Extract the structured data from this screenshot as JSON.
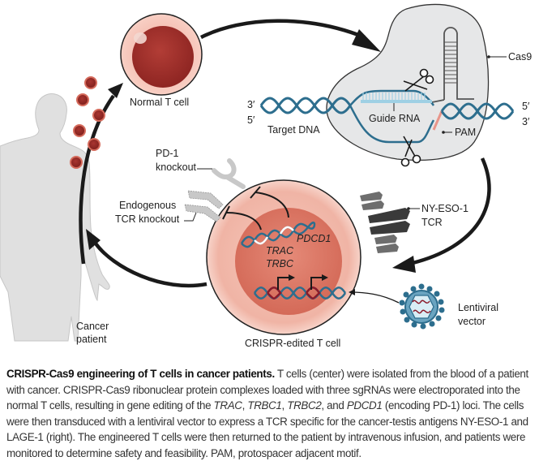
{
  "figure": {
    "labels": {
      "normal_t_cell": "Normal T cell",
      "cas9": "Cas9",
      "target_dna": "Target DNA",
      "guide_rna": "Guide RNA",
      "pam": "PAM",
      "dna_left_top": "3′",
      "dna_left_bottom": "5′",
      "dna_right_top": "5′",
      "dna_right_bottom": "3′",
      "pd1_knockout_line1": "PD-1",
      "pd1_knockout_line2": "knockout",
      "endogenous_tcr_line1": "Endogenous",
      "endogenous_tcr_line2": "TCR knockout",
      "pdcd1": "PDCD1",
      "trac": "TRAC",
      "trbc": "TRBC",
      "ny_eso_line1": "NY-ESO-1",
      "ny_eso_line2": "TCR",
      "lentiviral_line1": "Lentiviral",
      "lentiviral_line2": "vector",
      "crispr_edited": "CRISPR-edited T cell",
      "cancer_line1": "Cancer",
      "cancer_line2": "patient"
    },
    "colors": {
      "dna_blue": "#2d6e8e",
      "guide_rna_light": "#9fd0e4",
      "pam_pink": "#e8958a",
      "cas9_gray": "#e6e7e8",
      "cell_outer": "#f0b0a0",
      "cell_nucleus": "#d97060",
      "transgene_red": "#8b1a2a",
      "silhouette": "#e0e0e0",
      "receptor_light": "#c8c8c8",
      "receptor_dark": "#4a4a4a",
      "virus_blue": "#2d6e8e"
    }
  },
  "caption": {
    "title": "CRISPR-Cas9 engineering of T cells in cancer patients.",
    "s1": " T cells (center) were isolated from the blood of a patient with cancer. CRISPR-Cas9 ribonuclear protein complexes loaded with three sgRNAs were electroporated into the normal T cells, resulting in gene editing of the ",
    "g1": "TRAC",
    "s2": ", ",
    "g2": "TRBC1",
    "s3": ", ",
    "g3": "TRBC2",
    "s4": ", and ",
    "g4": "PDCD1",
    "s5": " (encoding PD-1) loci. The cells were then transduced with a lentiviral vector to express a TCR specific for the cancer-testis antigens NY-ESO-1 and LAGE-1 (right). The engineered T cells were then returned to the patient by intravenous infusion, and patients were monitored to determine safety and feasibility. PAM, protospacer adjacent motif."
  }
}
